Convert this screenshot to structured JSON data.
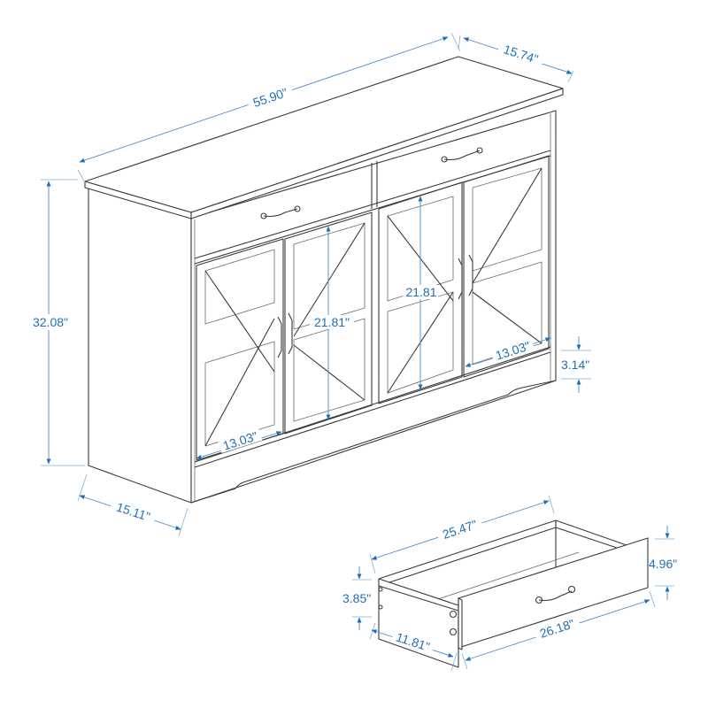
{
  "diagram": {
    "subject": "Sideboard cabinet with 2 drawers and 4 barn doors",
    "accent_color": "#1f6fb8",
    "line_color": "#3a3a3a"
  },
  "cabinet": {
    "dimensions": {
      "overall_width": "55.90\"",
      "top_depth": "15.74\"",
      "overall_height": "32.08\"",
      "side_depth": "15.11\"",
      "door_height_left": "21.81\"",
      "door_height_right": "21.81",
      "door_pair_width_left": "13.03\"",
      "door_pair_width_right": "13.03\"",
      "base_height": "3.14\""
    },
    "drawers": 2,
    "doors": 4
  },
  "drawer": {
    "dimensions": {
      "inner_length": "25.47\"",
      "front_height": "4.96\"",
      "side_height": "3.85\"",
      "depth": "11.81\"",
      "front_length": "26.18\""
    }
  }
}
